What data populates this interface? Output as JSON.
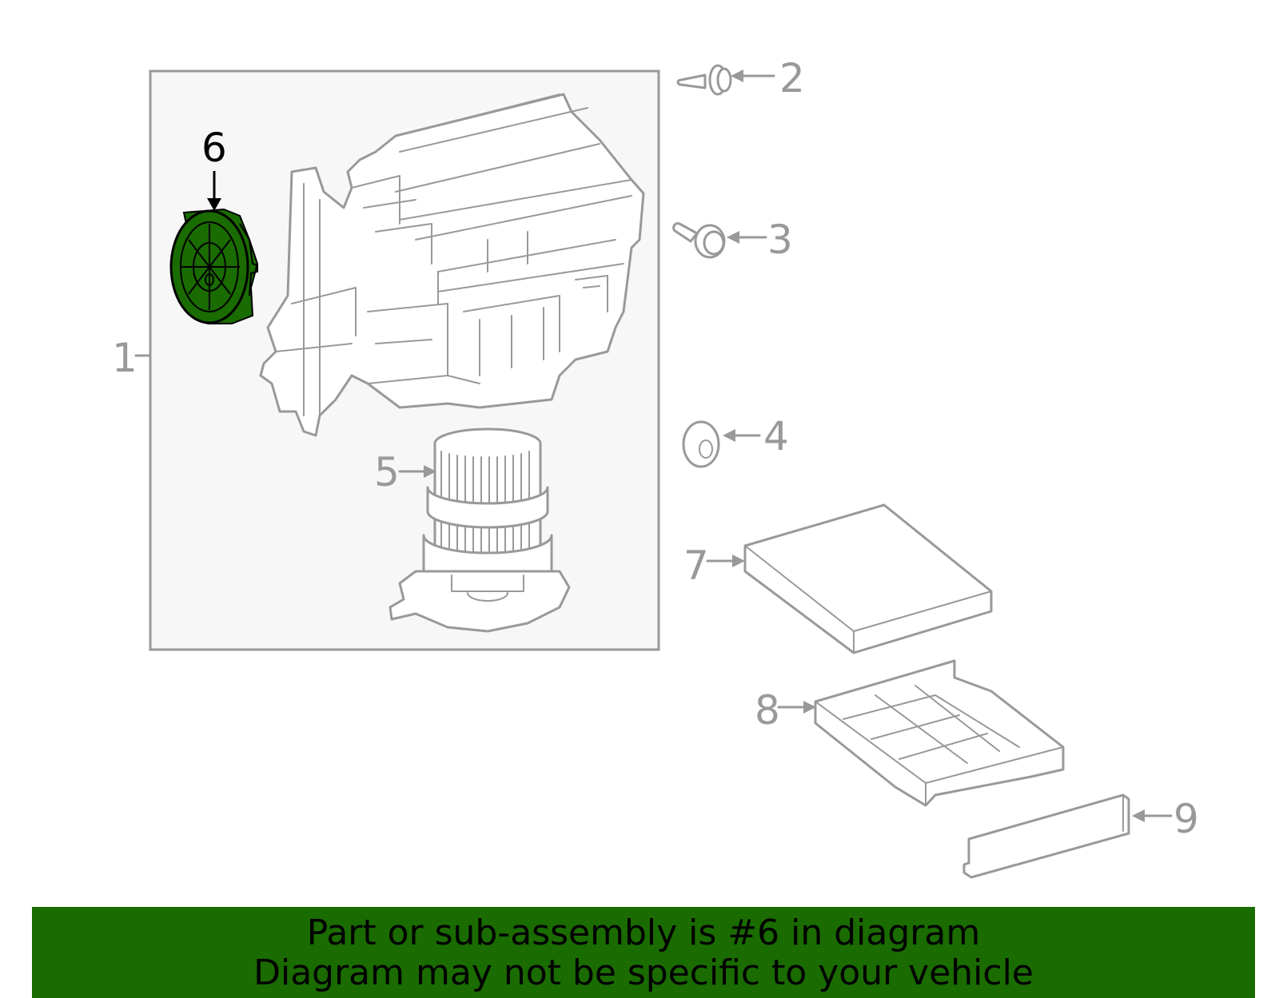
{
  "diagram": {
    "highlighted_part": "6",
    "colors": {
      "highlight": "#1a6b00",
      "outline": "#999999",
      "panel": "#f7f7f7",
      "banner": "#1a6b00"
    },
    "callouts": [
      {
        "id": "1",
        "label": "1"
      },
      {
        "id": "2",
        "label": "2"
      },
      {
        "id": "3",
        "label": "3"
      },
      {
        "id": "4",
        "label": "4"
      },
      {
        "id": "5",
        "label": "5"
      },
      {
        "id": "6",
        "label": "6"
      },
      {
        "id": "7",
        "label": "7"
      },
      {
        "id": "8",
        "label": "8"
      },
      {
        "id": "9",
        "label": "9"
      }
    ]
  },
  "banner": {
    "line1": "Part or sub-assembly is #6 in diagram",
    "line2": "Diagram may not be specific to your vehicle"
  }
}
